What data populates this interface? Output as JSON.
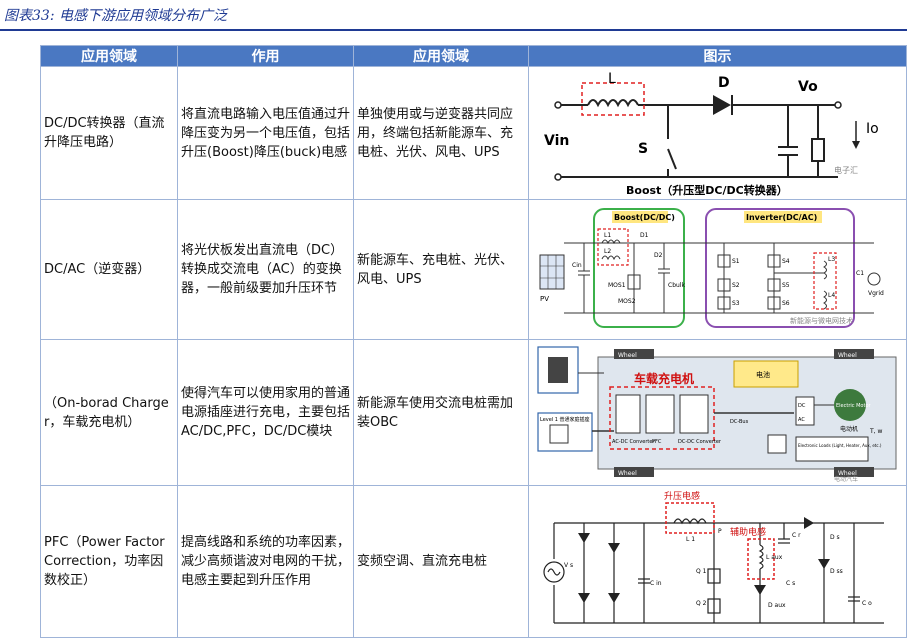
{
  "caption": "图表33: 电感下游应用领域分布广泛",
  "table": {
    "headers": [
      "应用领域",
      "作用",
      "应用领域",
      "图示"
    ],
    "rows": [
      {
        "domain": "DC/DC转换器（直流升降压电路）",
        "function": "将直流电路输入电压值通过升降压变为另一个电压值，包括升压(Boost)降压(buck)电感",
        "application": "单独使用或与逆变器共同应用，终端包括新能源车、充电桩、光伏、风电、UPS"
      },
      {
        "domain": "DC/AC（逆变器）",
        "function": "将光伏板发出直流电（DC）转换成交流电（AC）的变换器，一般前级要加升压环节",
        "application": "新能源车、充电桩、光伏、风电、UPS"
      },
      {
        "domain": "（On-borad Charger，车载充电机）",
        "function": "使得汽车可以使用家用的普通电源插座进行充电，主要包括AC/DC,PFC，DC/DC模块",
        "application": "新能源车使用交流电桩需加装OBC"
      },
      {
        "domain": "PFC（Power Factor Correction，功率因数校正）",
        "function": "提高线路和系统的功率因素，减少高频谐波对电网的干扰，电感主要起到升压作用",
        "application": "变频空调、直流充电桩"
      }
    ]
  },
  "figures": {
    "boost": {
      "labels": {
        "L": "L",
        "D": "D",
        "Vo": "Vo",
        "Io": "Io",
        "Vin": "Vin",
        "S": "S",
        "watermark": "电子汇"
      },
      "caption": "Boost（升压型DC/DC转换器）"
    },
    "inverter": {
      "boost_box": "Boost(DC/DC)",
      "inverter_box": "Inverter(DC/AC)",
      "labels": {
        "PV": "PV",
        "Cin": "Cin",
        "L1": "L1",
        "L2": "L2",
        "L3": "L3",
        "L4": "L4",
        "D1": "D1",
        "D2": "D2",
        "MOS1": "MOS1",
        "MOS2": "MOS2",
        "Cbulk": "Cbulk",
        "S1": "S1",
        "S2": "S2",
        "S3": "S3",
        "S4": "S4",
        "S5": "S5",
        "S6": "S6",
        "C1": "C1",
        "Vgrid": "Vgrid"
      },
      "watermark": "新能源与微电网技术"
    },
    "obc": {
      "title": "车载充电机",
      "labels": {
        "wheel": "Wheel",
        "acdc": "AC-DC Converter",
        "pfc": "PFC",
        "dcdc": "DC-DC Converter",
        "dcbus": "DC-Bus",
        "motor": "Electric Motor",
        "tw": "T, w",
        "loads": "Electronic Loads (Light, Heater, Aux, etc.)",
        "level1": "Level 1 普通家庭插座",
        "battery": "电池",
        "ac": "AC",
        "dc": "DC",
        "motor_cn": "电动机",
        "watermark": "电动汽车"
      }
    },
    "pfc": {
      "boost_label": "升压电感",
      "aux_label": "辅助电感",
      "labels": {
        "Vs": "V s",
        "Cin": "C in",
        "L1": "L 1",
        "P": "P",
        "Q1": "Q 1",
        "Q2": "Q 2",
        "Laux": "L aux",
        "Cs": "C s",
        "Daux": "D aux",
        "Dss": "D ss",
        "Ds": "D s",
        "Co": "C o",
        "Cr": "C r"
      }
    }
  }
}
